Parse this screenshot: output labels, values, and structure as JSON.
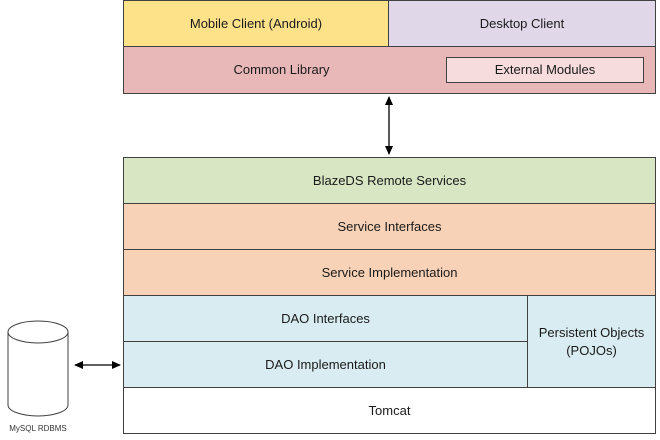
{
  "client": {
    "mobile": "Mobile Client (Android)",
    "desktop": "Desktop Client",
    "common_library": "Common Library",
    "external_modules": "External Modules"
  },
  "server": {
    "blazeds": "BlazeDS Remote Services",
    "service_interfaces": "Service Interfaces",
    "service_implementation": "Service Implementation",
    "dao_interfaces": "DAO Interfaces",
    "dao_implementation": "DAO Implementation",
    "persistent_objects": "Persistent Objects (POJOs)",
    "tomcat": "Tomcat"
  },
  "database": {
    "label": "MySQL RDBMS"
  }
}
